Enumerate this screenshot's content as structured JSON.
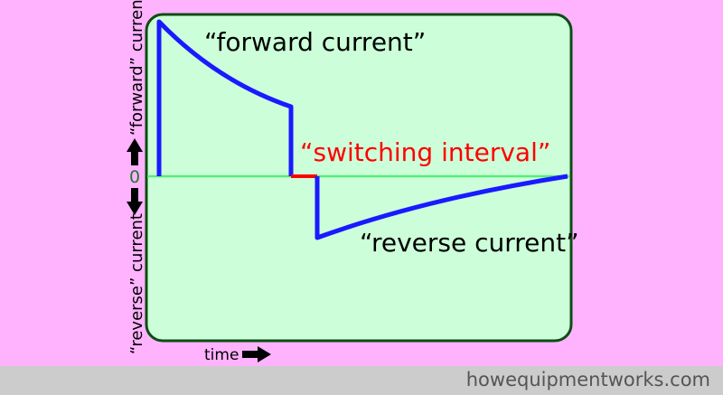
{
  "labels": {
    "forward": "“forward current”",
    "switching": "“switching interval”",
    "reverse": "“reverse current”",
    "zero": "0",
    "y_forward": "“forward” current",
    "y_reverse": "“reverse” current",
    "x_axis": "time"
  },
  "colors": {
    "current": "#1a1aff",
    "switching": "#ff0000",
    "zero_line": "#55ee77",
    "panel": "#ccffd9"
  },
  "footer": "howequipmentworks.com"
}
